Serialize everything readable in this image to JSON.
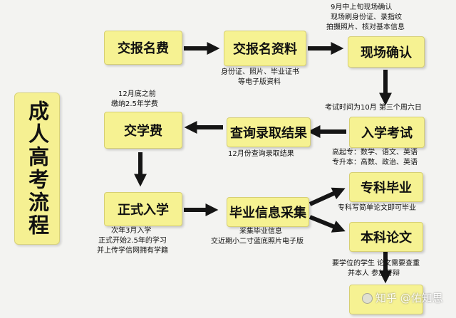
{
  "title": "成人高考流程",
  "boxes": {
    "apply_fee": "交报名费",
    "submit_docs": "交报名资料",
    "onsite_confirm": "现场确认",
    "entrance_exam": "入学考试",
    "check_admission": "查询录取结果",
    "pay_tuition": "交学费",
    "enroll": "正式入学",
    "grad_info": "毕业信息采集",
    "associate_grad": "专科毕业",
    "bachelor_thesis": "本科论文",
    "final": ""
  },
  "notes": {
    "confirm_1": "9月中上旬现场确认",
    "confirm_2": "现场刷身份证、录指纹",
    "confirm_3": "拍摄照片、核对基本信息",
    "docs_1": "身份证、照片、毕业证书",
    "docs_2": "等电子版资料",
    "tuition_1": "12月底之前",
    "tuition_2": "缴纳2.5年学费",
    "exam_time": "考试时间为10月  第三个周六日",
    "exam_hs": "高起专：数学、语文、英语",
    "exam_ub": "专升本：高数、政治、英语",
    "admission_query": "12月份查询录取结果",
    "enroll_1": "次年3月入学",
    "enroll_2": "正式开始2.5年的学习",
    "enroll_3": "并上传学信网拥有学籍",
    "grad_1": "采集毕业信息",
    "grad_2": "交近期小二寸蓝底照片电子版",
    "assoc_note": "专科写简单论文即可毕业",
    "thesis_1": "要学位的学生  论文需要查重",
    "thesis_2": "并本人    参加答辩"
  },
  "watermark": "知乎 @佑知思",
  "colors": {
    "box_fill": "#f6f292",
    "arrow": "#151515",
    "background": "#f3f3f1"
  }
}
